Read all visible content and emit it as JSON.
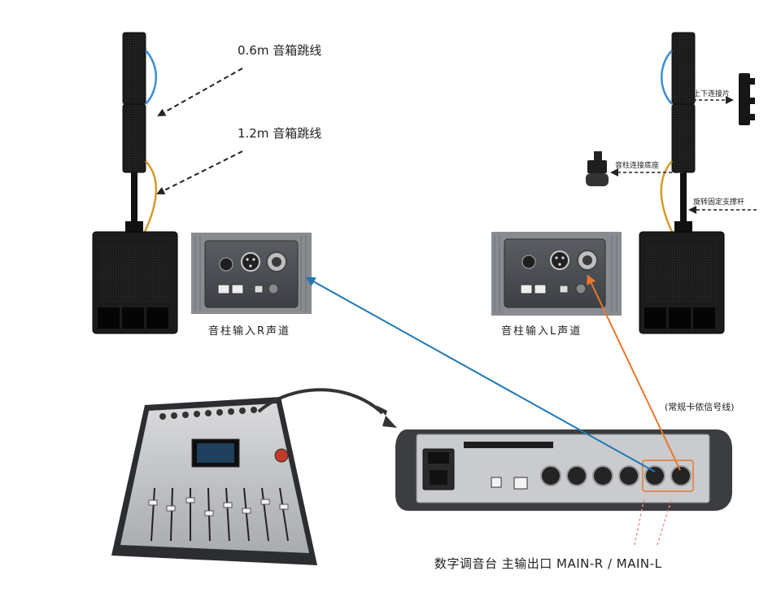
{
  "labels": {
    "jumper_short": "0.6m 音箱跳线",
    "jumper_long": "1.2m 音箱跳线",
    "panel_right": "音柱输入R声道",
    "panel_left": "音柱输入L声道",
    "link_plate": "上下连接片",
    "column_base": "音柱连接底座",
    "support_pole": "旋转固定支撑杆",
    "signal_cable": "(常规卡侬信号线)",
    "mixer_output": "数字调音台 主输出口 MAIN-R / MAIN-L"
  },
  "colors": {
    "right_channel_cable": "#1f78b4",
    "left_channel_cable": "#e8772e",
    "jumper_blue": "#3a8fd4",
    "jumper_orange": "#d89a2a"
  },
  "icons": {
    "xlr": "xlr-connector-icon",
    "speakon": "speakon-connector-icon",
    "rj45": "rj45-port-icon",
    "usb": "usb-port-icon",
    "power": "power-inlet-icon",
    "curved_arrow": "curved-arrow-icon"
  }
}
